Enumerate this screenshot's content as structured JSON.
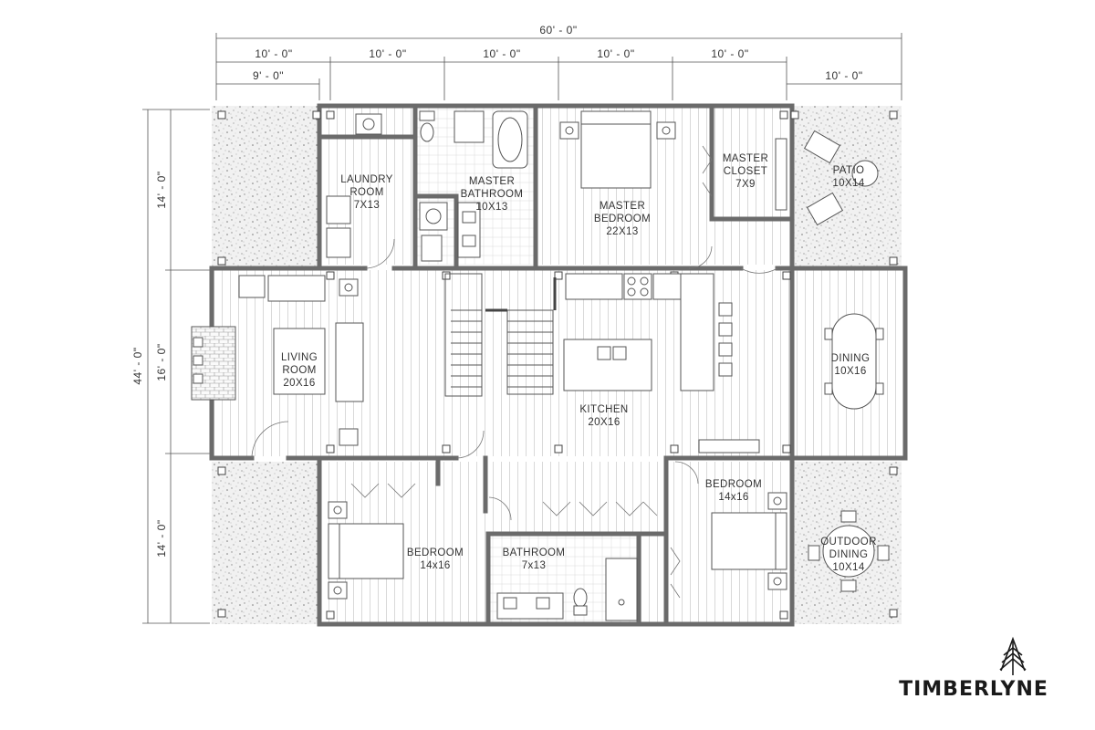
{
  "dimensions": {
    "overall_width": "60' - 0\"",
    "top_row": [
      "10' - 0\"",
      "10' - 0\"",
      "10' - 0\"",
      "10' - 0\"",
      "10' - 0\""
    ],
    "left_porch": "9' - 0\"",
    "right_porch": "10' - 0\"",
    "left_side": [
      "14' - 0\"",
      "16' - 0\"",
      "14' - 0\""
    ],
    "overall_depth": "44' - 0\""
  },
  "rooms": {
    "laundry": [
      "LAUNDRY",
      "ROOM",
      "7X13"
    ],
    "master_bath": [
      "MASTER",
      "BATHROOM",
      "10X13"
    ],
    "master_bed": [
      "MASTER",
      "BEDROOM",
      "22X13"
    ],
    "master_closet": [
      "MASTER",
      "CLOSET",
      "7X9"
    ],
    "patio": [
      "PATIO",
      "10X14"
    ],
    "living": [
      "LIVING",
      "ROOM",
      "20X16"
    ],
    "kitchen": [
      "KITCHEN",
      "20X16"
    ],
    "dining": [
      "DINING",
      "10X16"
    ],
    "bedroom_right": [
      "BEDROOM",
      "14x16"
    ],
    "bedroom_left": [
      "BEDROOM",
      "14x16"
    ],
    "bathroom": [
      "BATHROOM",
      "7x13"
    ],
    "outdoor_dining": [
      "OUTDOOR",
      "DINING",
      "10X14"
    ]
  },
  "brand": {
    "name": "TIMBERLYNE",
    "icon": "pine-tree-icon"
  },
  "colors": {
    "wall": "#6b6b6b",
    "floor_line": "#d4d4d4",
    "gravel": "#bdbdbd",
    "ink": "#333333"
  }
}
